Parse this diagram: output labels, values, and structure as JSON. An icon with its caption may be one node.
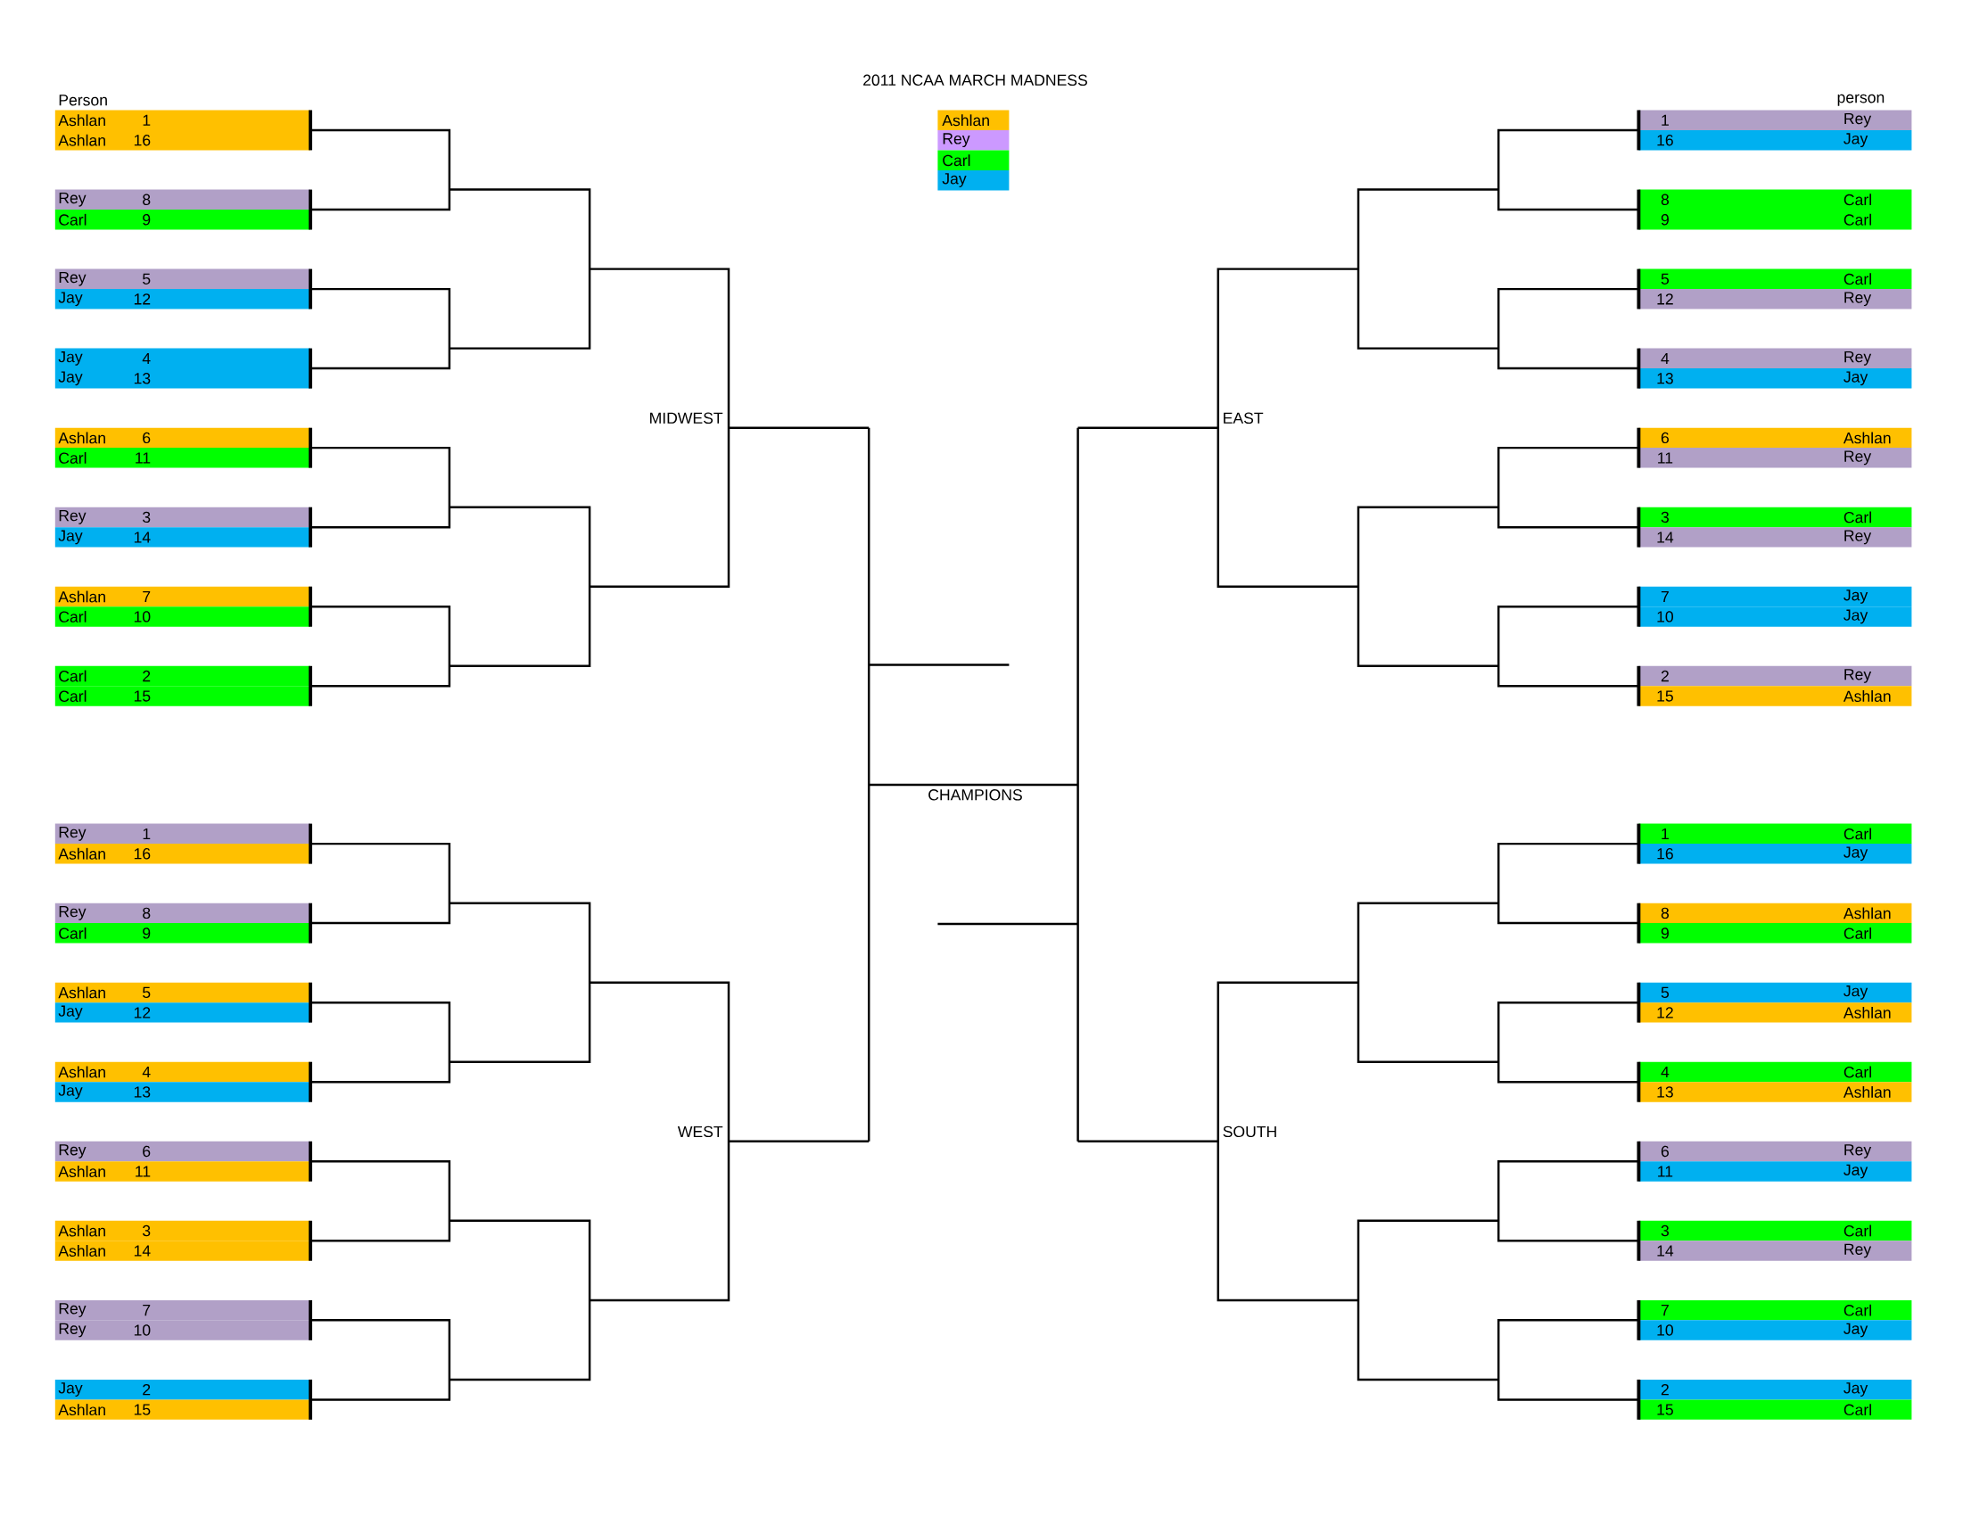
{
  "diagram": {
    "title": "2011 NCAA MARCH MADNESS",
    "nodes": [
      {
        "text": [
          "Ashlan",
          "1",
          "Ashlan",
          "16"
        ]
      },
      {
        "text": [
          "Rey",
          "8",
          "Carl",
          "9"
        ]
      },
      {
        "text": [
          "Rey",
          "5",
          "Jay",
          "12"
        ]
      },
      {
        "text": [
          "Jay",
          "4",
          "Jay",
          "13"
        ]
      },
      {
        "text": [
          "Ashlan",
          "6",
          "Carl",
          "11"
        ]
      },
      {
        "text": [
          "Rey",
          "3",
          "Jay",
          "14"
        ]
      },
      {
        "text": [
          "Ashlan",
          "7",
          "Carl",
          "10"
        ]
      },
      {
        "text": [
          "Carl",
          "2",
          "Carl",
          "15"
        ]
      },
      {
        "text": [
          "Rey",
          "1",
          "Ashlan",
          "16"
        ]
      },
      {
        "text": [
          "Rey",
          "8",
          "Carl",
          "9"
        ]
      },
      {
        "text": [
          "Ashlan",
          "5",
          "Jay",
          "12"
        ]
      },
      {
        "text": [
          "Ashlan",
          "4",
          "Jay",
          "13"
        ]
      },
      {
        "text": [
          "Rey",
          "6",
          "Ashlan",
          "11"
        ]
      },
      {
        "text": [
          "Ashlan",
          "3",
          "Ashlan",
          "14"
        ]
      },
      {
        "text": [
          "Rey",
          "7",
          "Rey",
          "10"
        ]
      },
      {
        "text": [
          "Jay",
          "2",
          "Ashlan",
          "15"
        ]
      },
      {
        "text": [
          "1",
          "Rey",
          "16",
          "Jay"
        ]
      },
      {
        "text": [
          "8",
          "Carl",
          "9",
          "Carl"
        ]
      },
      {
        "text": [
          "5",
          "Carl",
          "12",
          "Rey"
        ]
      },
      {
        "text": [
          "4",
          "Rey",
          "13",
          "Jay"
        ]
      },
      {
        "text": [
          "6",
          "Ashlan",
          "11",
          "Rey"
        ]
      },
      {
        "text": [
          "3",
          "Carl",
          "14",
          "Rey"
        ]
      },
      {
        "text": [
          "7",
          "Jay",
          "10",
          "Jay"
        ]
      },
      {
        "text": [
          "2",
          "Rey",
          "15",
          "Ashlan"
        ]
      },
      {
        "text": [
          "1",
          "Carl",
          "16",
          "Jay"
        ]
      },
      {
        "text": [
          "8",
          "Ashlan",
          "9",
          "Carl"
        ]
      },
      {
        "text": [
          "5",
          "Jay",
          "12",
          "Ashlan"
        ]
      },
      {
        "text": [
          "4",
          "Carl",
          "13",
          "Ashlan"
        ]
      },
      {
        "text": [
          "6",
          "Rey",
          "11",
          "Jay"
        ]
      },
      {
        "text": [
          "3",
          "Carl",
          "14",
          "Rey"
        ]
      },
      {
        "text": [
          "7",
          "Carl",
          "10",
          "Jay"
        ]
      },
      {
        "text": [
          "2",
          "Jay",
          "15",
          "Carl"
        ]
      }
    ],
    "labels": [
      "Person",
      "person",
      "MIDWEST",
      "EAST",
      "CHAMPIONS",
      "WEST",
      "SOUTH"
    ],
    "legend": [
      {
        "text": "Ashlan",
        "color": "#ffc000"
      },
      {
        "text": "Rey",
        "color": "#cc99ff"
      },
      {
        "text": "Carl",
        "color": "#00ff00"
      },
      {
        "text": "Jay",
        "color": "#00b0f0"
      }
    ]
  }
}
